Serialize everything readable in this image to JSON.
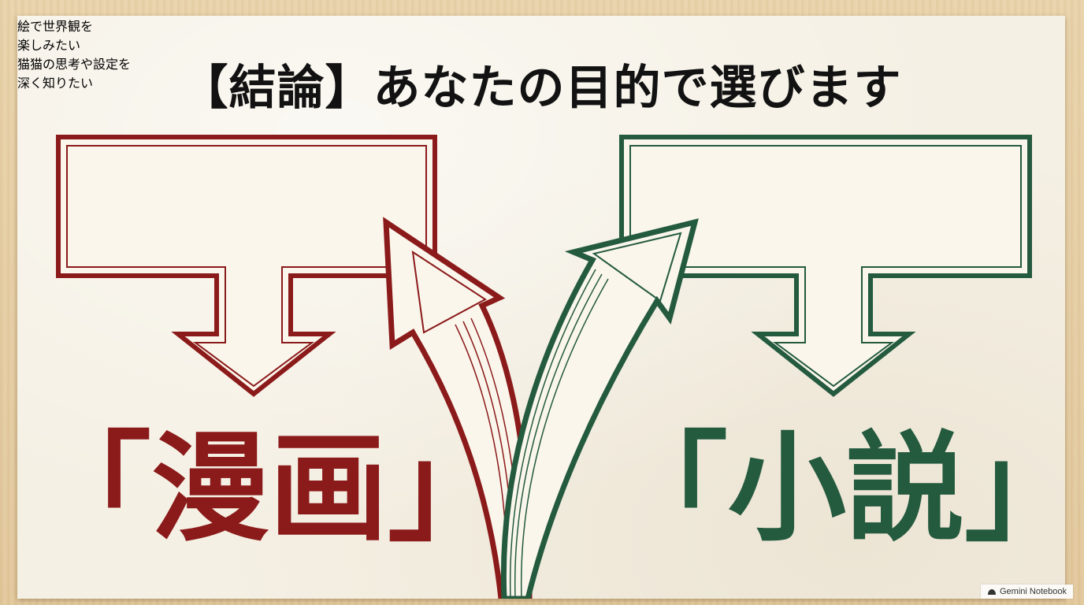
{
  "title": "【結論】あなたの目的で選びます",
  "left": {
    "box_line1": "絵で世界観を",
    "box_line2": "楽しみたい",
    "result": "「漫画」"
  },
  "right": {
    "box_line1": "猫猫の思考や設定を",
    "box_line2": "深く知りたい",
    "result": "「小説」"
  },
  "footer": {
    "label": "Gemini Notebook",
    "icon": "notebook-logo-icon"
  },
  "colors": {
    "red": "#8b1a1a",
    "green": "#245a3e",
    "paper": "#f5f0e4",
    "wood": "#e6cfa6"
  }
}
